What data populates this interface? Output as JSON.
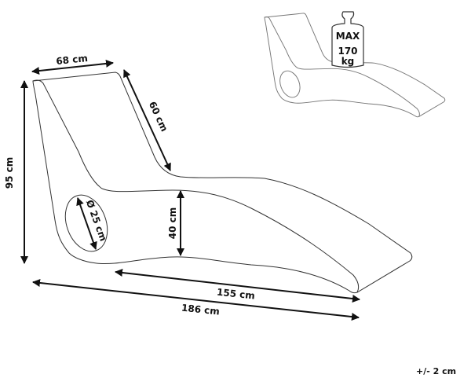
{
  "dimensions": {
    "backrest_width": "68 cm",
    "backrest_length": "60 cm",
    "height": "95 cm",
    "hole_diameter": "Ø 25 cm",
    "seat_height": "40 cm",
    "seat_length": "155 cm",
    "total_length": "186 cm"
  },
  "load": {
    "line1": "MAX",
    "line2": "170",
    "line3": "kg"
  },
  "tolerance": "+/- 2 cm"
}
